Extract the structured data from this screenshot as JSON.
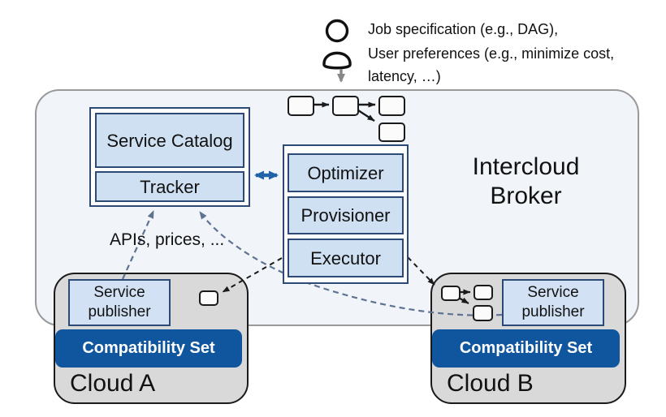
{
  "user_input": {
    "job_line": "Job specification (e.g., DAG),",
    "pref_line1": "User preferences (e.g., minimize cost,",
    "pref_line2": "latency, …)"
  },
  "broker": {
    "title": "Intercloud Broker",
    "catalog": {
      "service_catalog": "Service Catalog",
      "tracker": "Tracker"
    },
    "engine": {
      "optimizer": "Optimizer",
      "provisioner": "Provisioner",
      "executor": "Executor"
    },
    "apis_label": "APIs, prices, ..."
  },
  "clouds": [
    {
      "name": "Cloud A",
      "publisher": "Service publisher",
      "compatibility": "Compatibility Set"
    },
    {
      "name": "Cloud B",
      "publisher": "Service publisher",
      "compatibility": "Compatibility Set"
    }
  ],
  "icons": {
    "user_icon": "person-outline"
  },
  "colors": {
    "accent_blue": "#2263a8",
    "panel_fill": "#cfe0f2",
    "panel_border": "#2c4a75",
    "compat_bar": "#10569f",
    "cloud_fill": "#d9d9d9",
    "broker_fill": "#f1f5fa",
    "broker_border": "#999999",
    "dashed_slate": "#5d7390",
    "dashed_black": "#1a1a1a"
  }
}
